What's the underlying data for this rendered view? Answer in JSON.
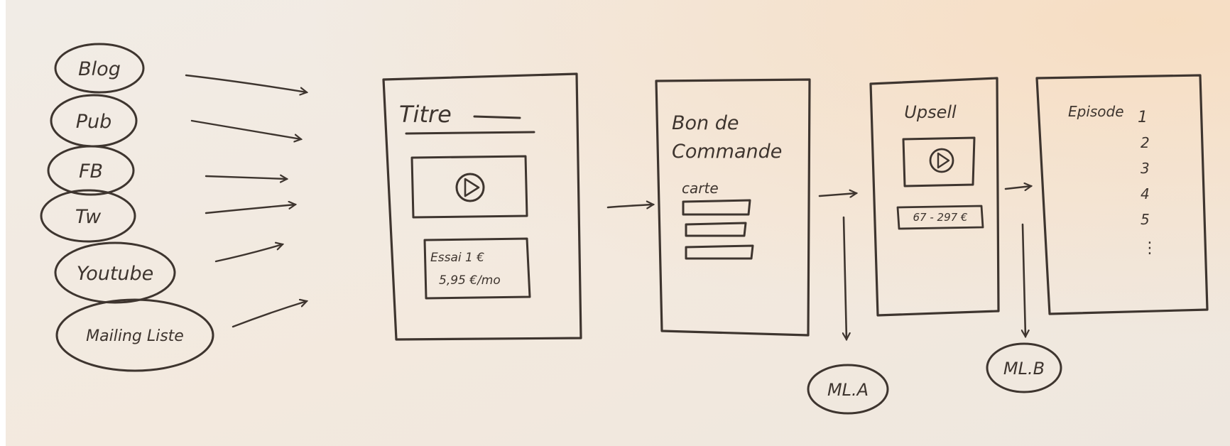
{
  "sources": [
    "Blog",
    "Pub",
    "FB",
    "Tw",
    "Youtube",
    "Mailing Liste"
  ],
  "landing_page": {
    "title": "Titre",
    "offer_line1": "Essai 1 €",
    "offer_line2": "5,95 €/mo"
  },
  "order_form": {
    "title_line1": "Bon de",
    "title_line2": "Commande",
    "field_label": "carte"
  },
  "upsell": {
    "title": "Upsell",
    "price": "67 - 297 €"
  },
  "episodes": {
    "label": "Episode",
    "numbers": [
      "1",
      "2",
      "3",
      "4",
      "5"
    ],
    "more": "⋮"
  },
  "mailing_lists": [
    "ML.A",
    "ML.B"
  ],
  "colors": {
    "ink": "#3e352f",
    "board_top": "#f6e4cf",
    "board_bottom": "#ece8e2"
  }
}
